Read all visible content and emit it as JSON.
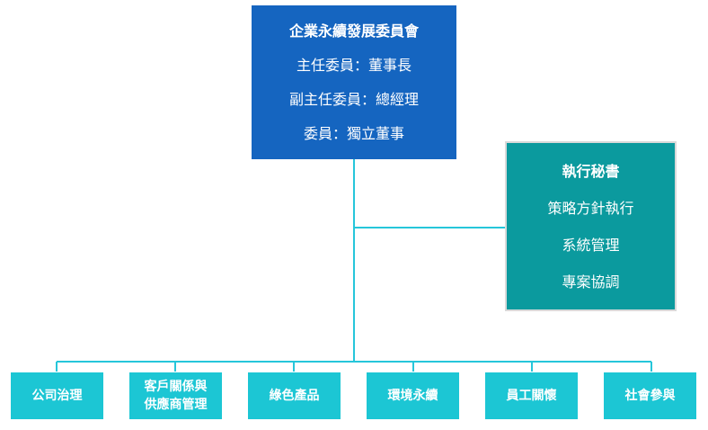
{
  "committee": {
    "title": "企業永續發展委員會",
    "chair": "主任委員：董事長",
    "vice_chair": "副主任委員：總經理",
    "members": "委員：獨立董事"
  },
  "secretary": {
    "title": "執行秘書",
    "duties": [
      "策略方針執行",
      "系統管理",
      "專案協調"
    ]
  },
  "teams": [
    {
      "lines": [
        "公司治理"
      ]
    },
    {
      "lines": [
        "客戶關係與",
        "供應商管理"
      ]
    },
    {
      "lines": [
        "綠色產品"
      ]
    },
    {
      "lines": [
        "環境永續"
      ]
    },
    {
      "lines": [
        "員工關懷"
      ]
    },
    {
      "lines": [
        "社會參與"
      ]
    }
  ],
  "colors": {
    "committee_bg": "#1565c0",
    "secretary_bg": "#0b9a9e",
    "team_bg": "#1cc6d4",
    "connector": "#26c6da"
  }
}
